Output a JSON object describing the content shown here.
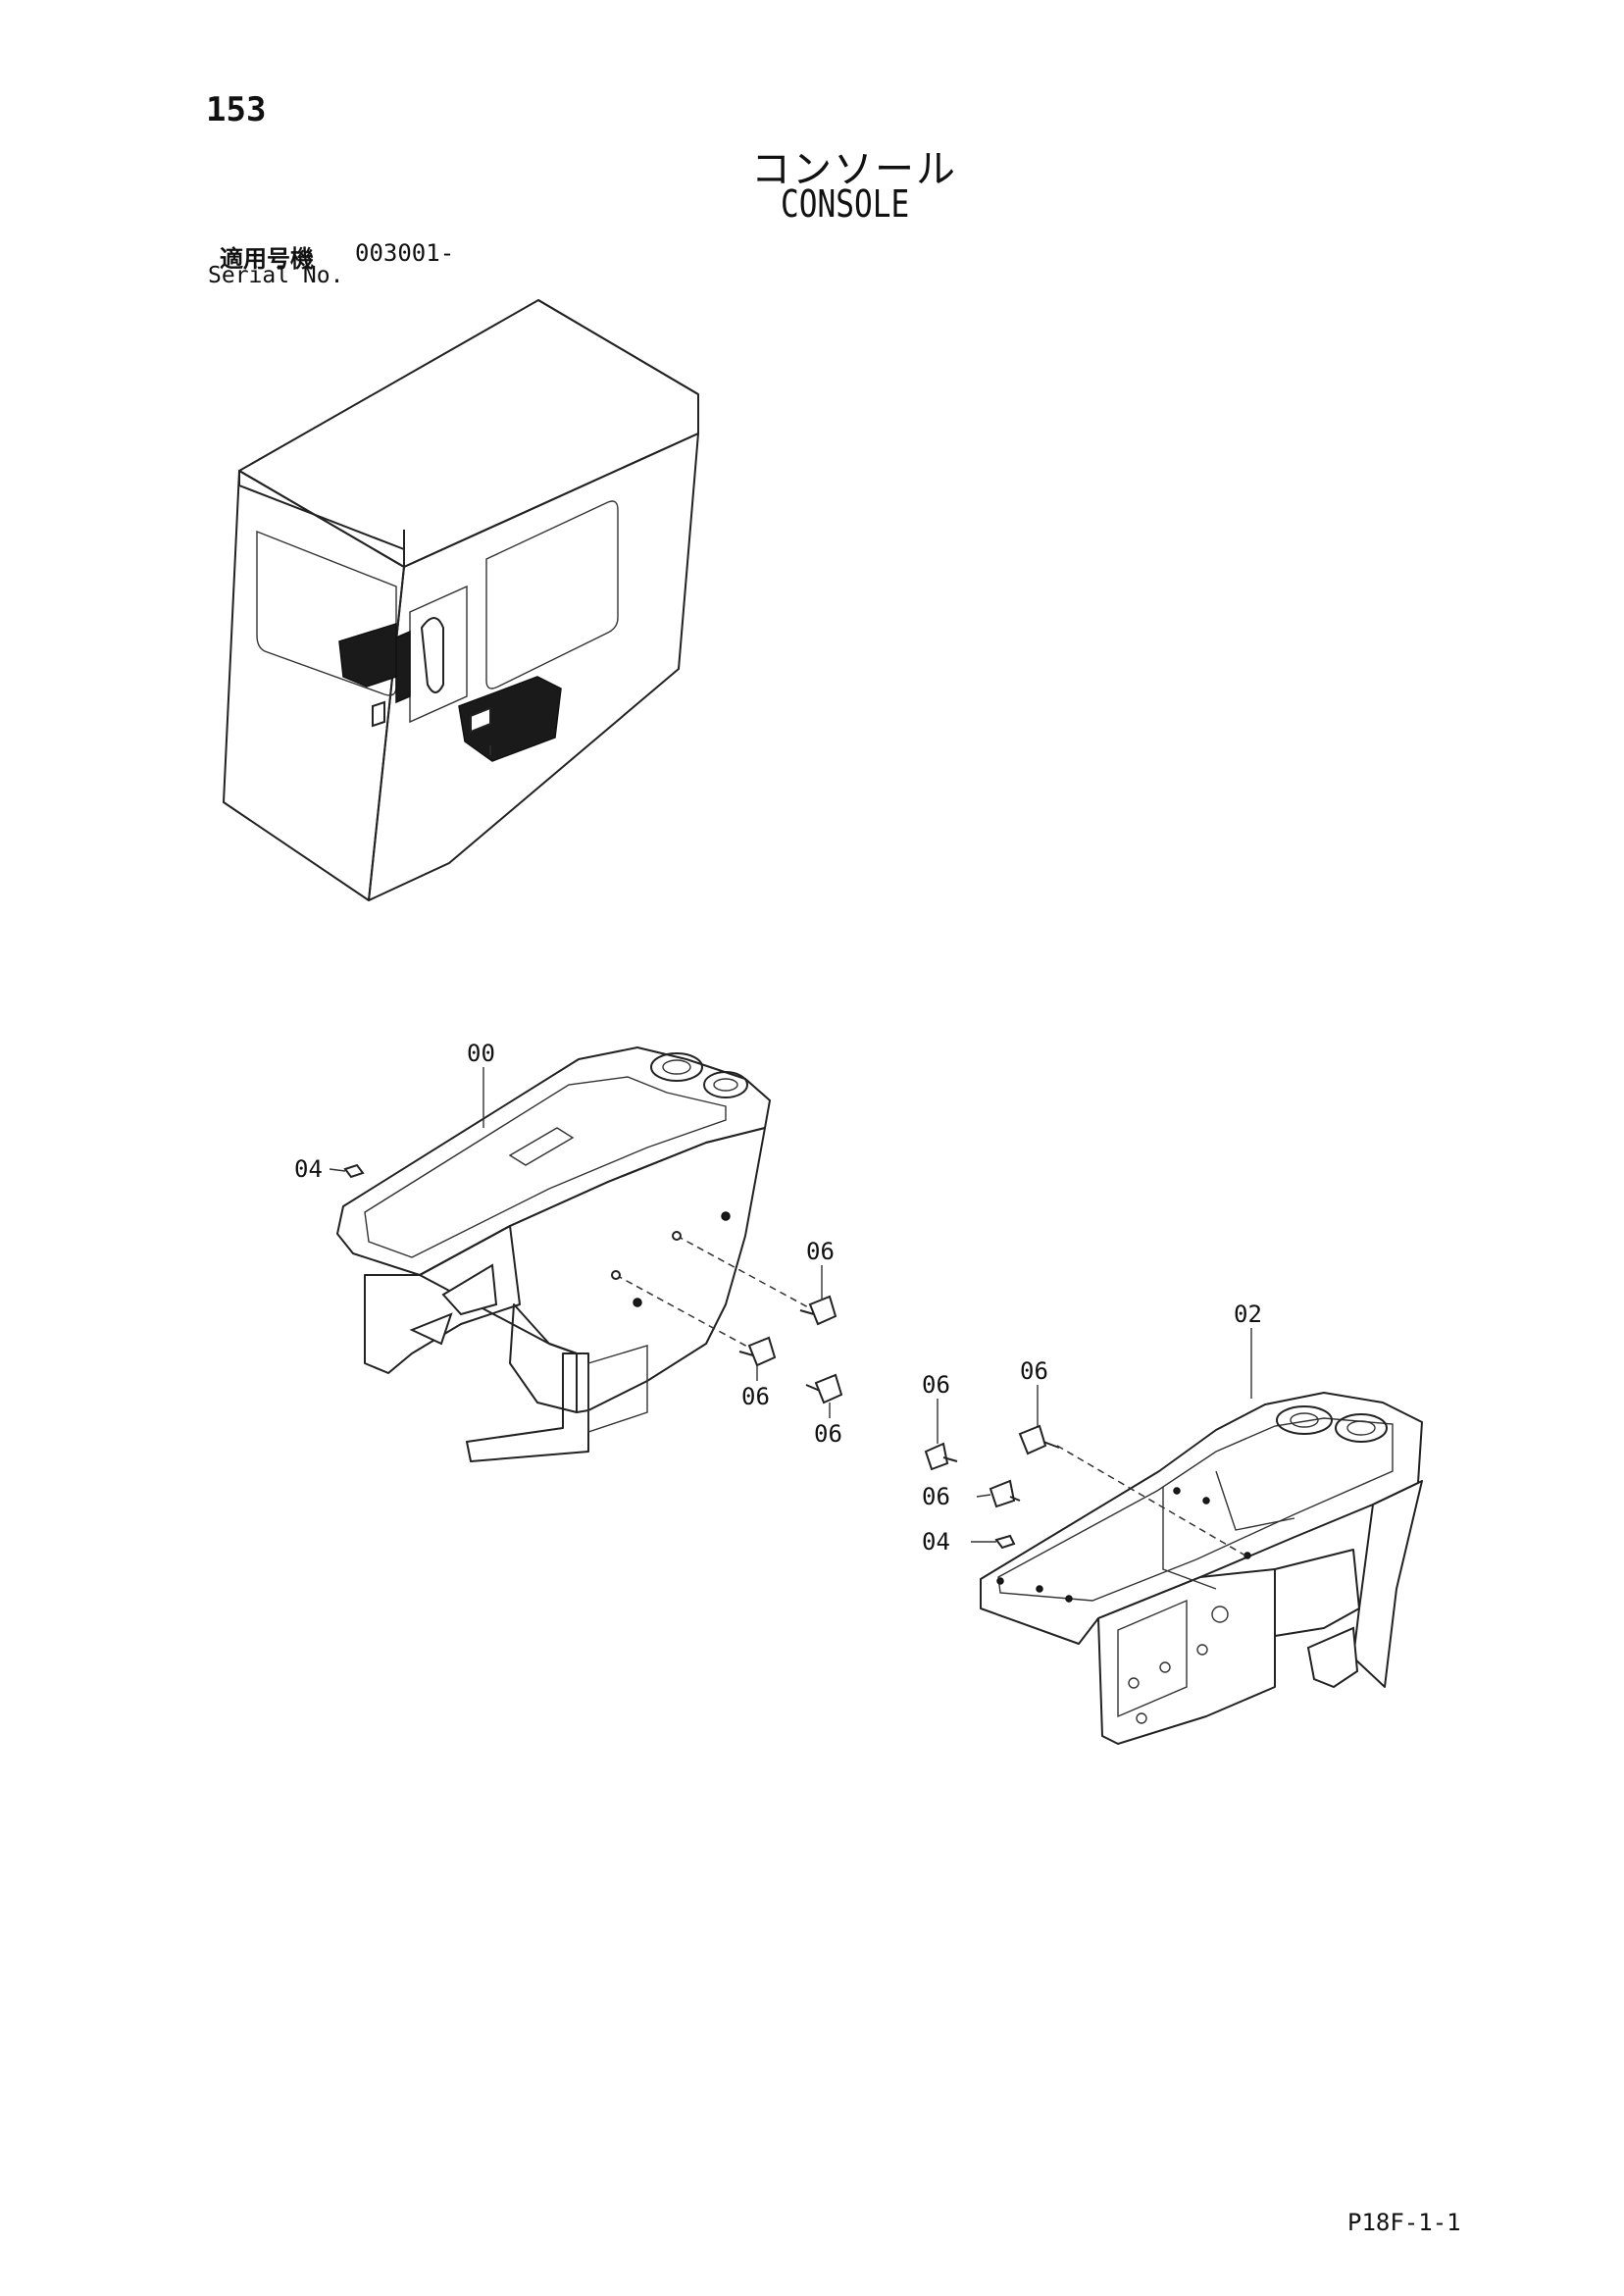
{
  "page_number": "153",
  "title": {
    "japanese": "コンソール",
    "english": "CONSOLE"
  },
  "serial": {
    "label_jp": "適用号機",
    "number": "003001-",
    "label_en": "Serial No."
  },
  "callouts": {
    "c00": "00",
    "c04a": "04",
    "c06a": "06",
    "c06b": "06",
    "c06c": "06",
    "c02": "02",
    "c06d": "06",
    "c06e": "06",
    "c06f": "06",
    "c04b": "04"
  },
  "footer_code": "P18F-1-1"
}
